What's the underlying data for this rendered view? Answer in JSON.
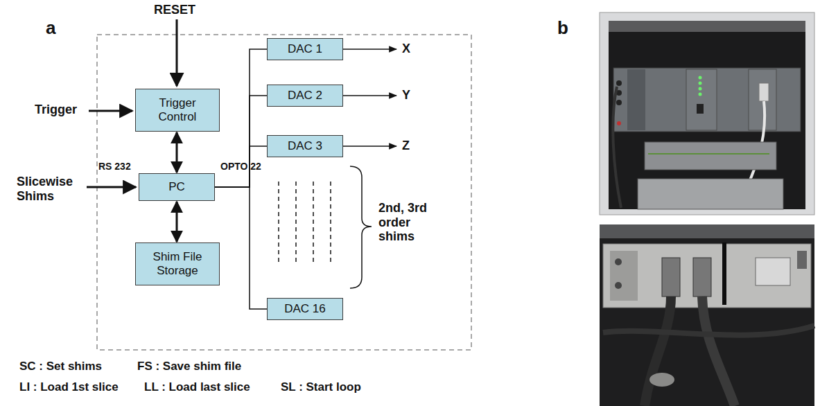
{
  "diagram": {
    "nodes": [
      {
        "text": [
          "Trigger Control"
        ]
      },
      {
        "text": [
          "PC"
        ]
      },
      {
        "text": [
          "Shim File Storage"
        ]
      },
      {
        "text": [
          "DAC 1"
        ]
      },
      {
        "text": [
          "DAC 2"
        ]
      },
      {
        "text": [
          "DAC 3"
        ]
      },
      {
        "text": [
          "DAC 16"
        ]
      }
    ],
    "edges": [
      {
        "from": 0,
        "to": 1,
        "arrow": "both"
      },
      {
        "from": 1,
        "to": 2,
        "arrow": "both"
      },
      {
        "from": 1,
        "to": 3,
        "arrow": "none"
      },
      {
        "from": 1,
        "to": 4,
        "arrow": "none"
      },
      {
        "from": 1,
        "to": 5,
        "arrow": "none"
      },
      {
        "from": 1,
        "to": 6,
        "arrow": "none"
      }
    ],
    "labels": [
      "a",
      "RESET",
      "Trigger",
      "RS 232",
      "OPTO 22",
      "Slicewise Shims",
      "X",
      "Y",
      "Z",
      "2nd, 3rd order shims",
      "SC : Set shims",
      "FS : Save shim file",
      "LI : Load 1st slice",
      "LL : Load last slice",
      "SL : Start loop",
      "b"
    ]
  }
}
